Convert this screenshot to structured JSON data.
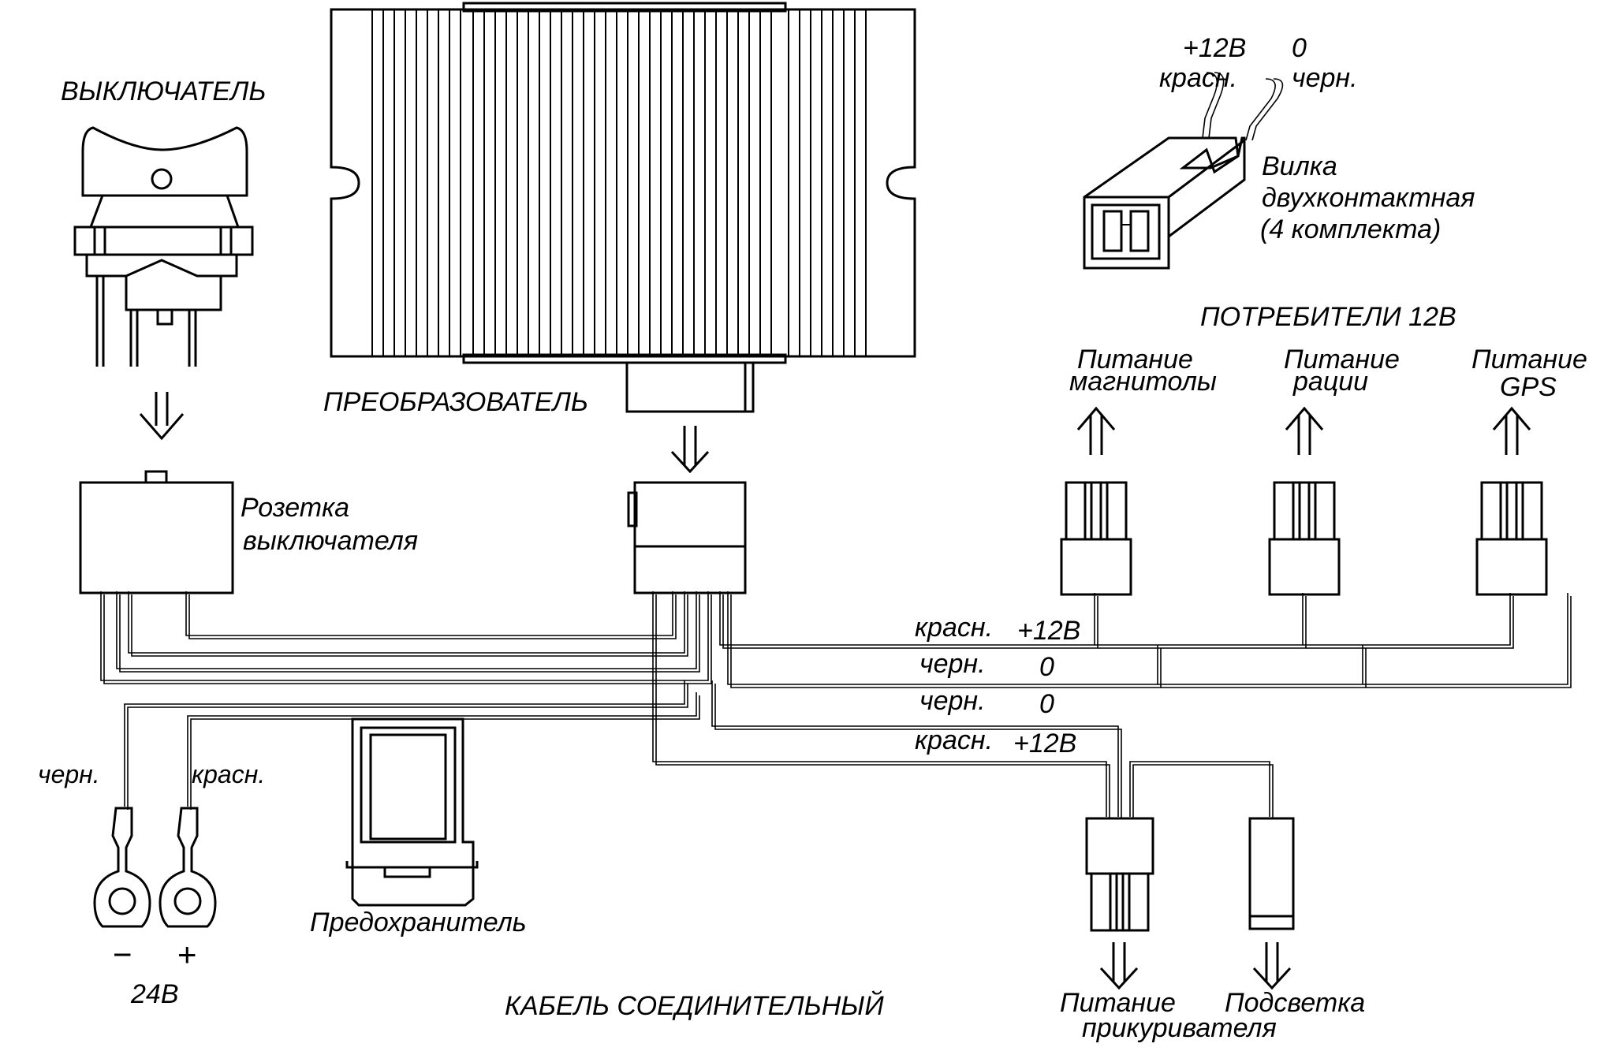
{
  "labels": {
    "switch": "ВЫКЛЮЧАТЕЛЬ",
    "converter": "ПРЕОБРАЗОВАТЕЛЬ",
    "switch_socket_1": "Розетка",
    "switch_socket_2": "выключателя",
    "plus12v_red_top": "+12В",
    "red_top": "красн.",
    "zero_top": "0",
    "black_top": "черн.",
    "plug_1": "Вилка",
    "plug_2": "двухконтактная",
    "plug_3": "(4  комплекта)",
    "consumers": "ПОТРЕБИТЕЛИ 12В",
    "radio_1": "Питание",
    "radio_2": "магнитолы",
    "walkie_1": "Питание",
    "walkie_2": "рации",
    "gps_1": "Питание",
    "gps_2": "GPS",
    "wire1_color": "красн.",
    "wire1_value": "+12В",
    "wire2_color": "черн.",
    "wire2_value": "0",
    "wire3_color": "черн.",
    "wire3_value": "0",
    "wire4_color": "красн.",
    "wire4_value": "+12В",
    "lead_black": "черн.",
    "lead_red": "красн.",
    "minus": "−",
    "plus": "+",
    "voltage": "24В",
    "fuse": "Предохранитель",
    "cable": "КАБЕЛЬ СОЕДИНИТЕЛЬНЫЙ",
    "lighter_1": "Питание",
    "lighter_2": "прикуривателя",
    "backlight": "Подсветка"
  }
}
